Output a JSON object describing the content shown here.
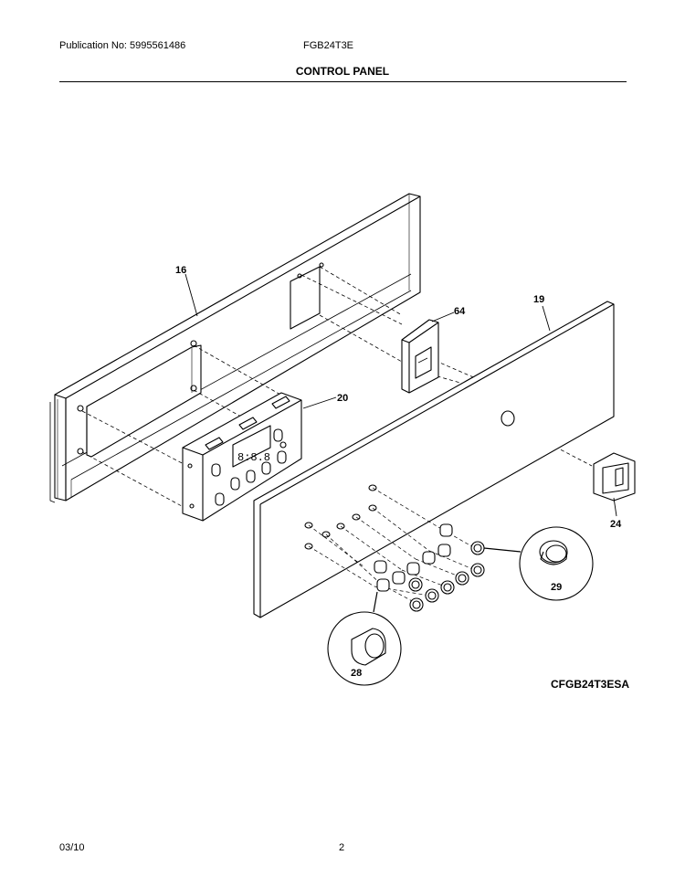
{
  "header": {
    "publication": "Publication No: 5995561486",
    "model": "FGB24T3E",
    "section_title": "CONTROL PANEL"
  },
  "footer": {
    "date": "03/10",
    "page": "2"
  },
  "diagram": {
    "drawing_code": "CFGB24T3ESA",
    "callouts": {
      "p16": "16",
      "p19": "19",
      "p20": "20",
      "p24": "24",
      "p28": "28",
      "p29": "29",
      "p64": "64"
    }
  }
}
